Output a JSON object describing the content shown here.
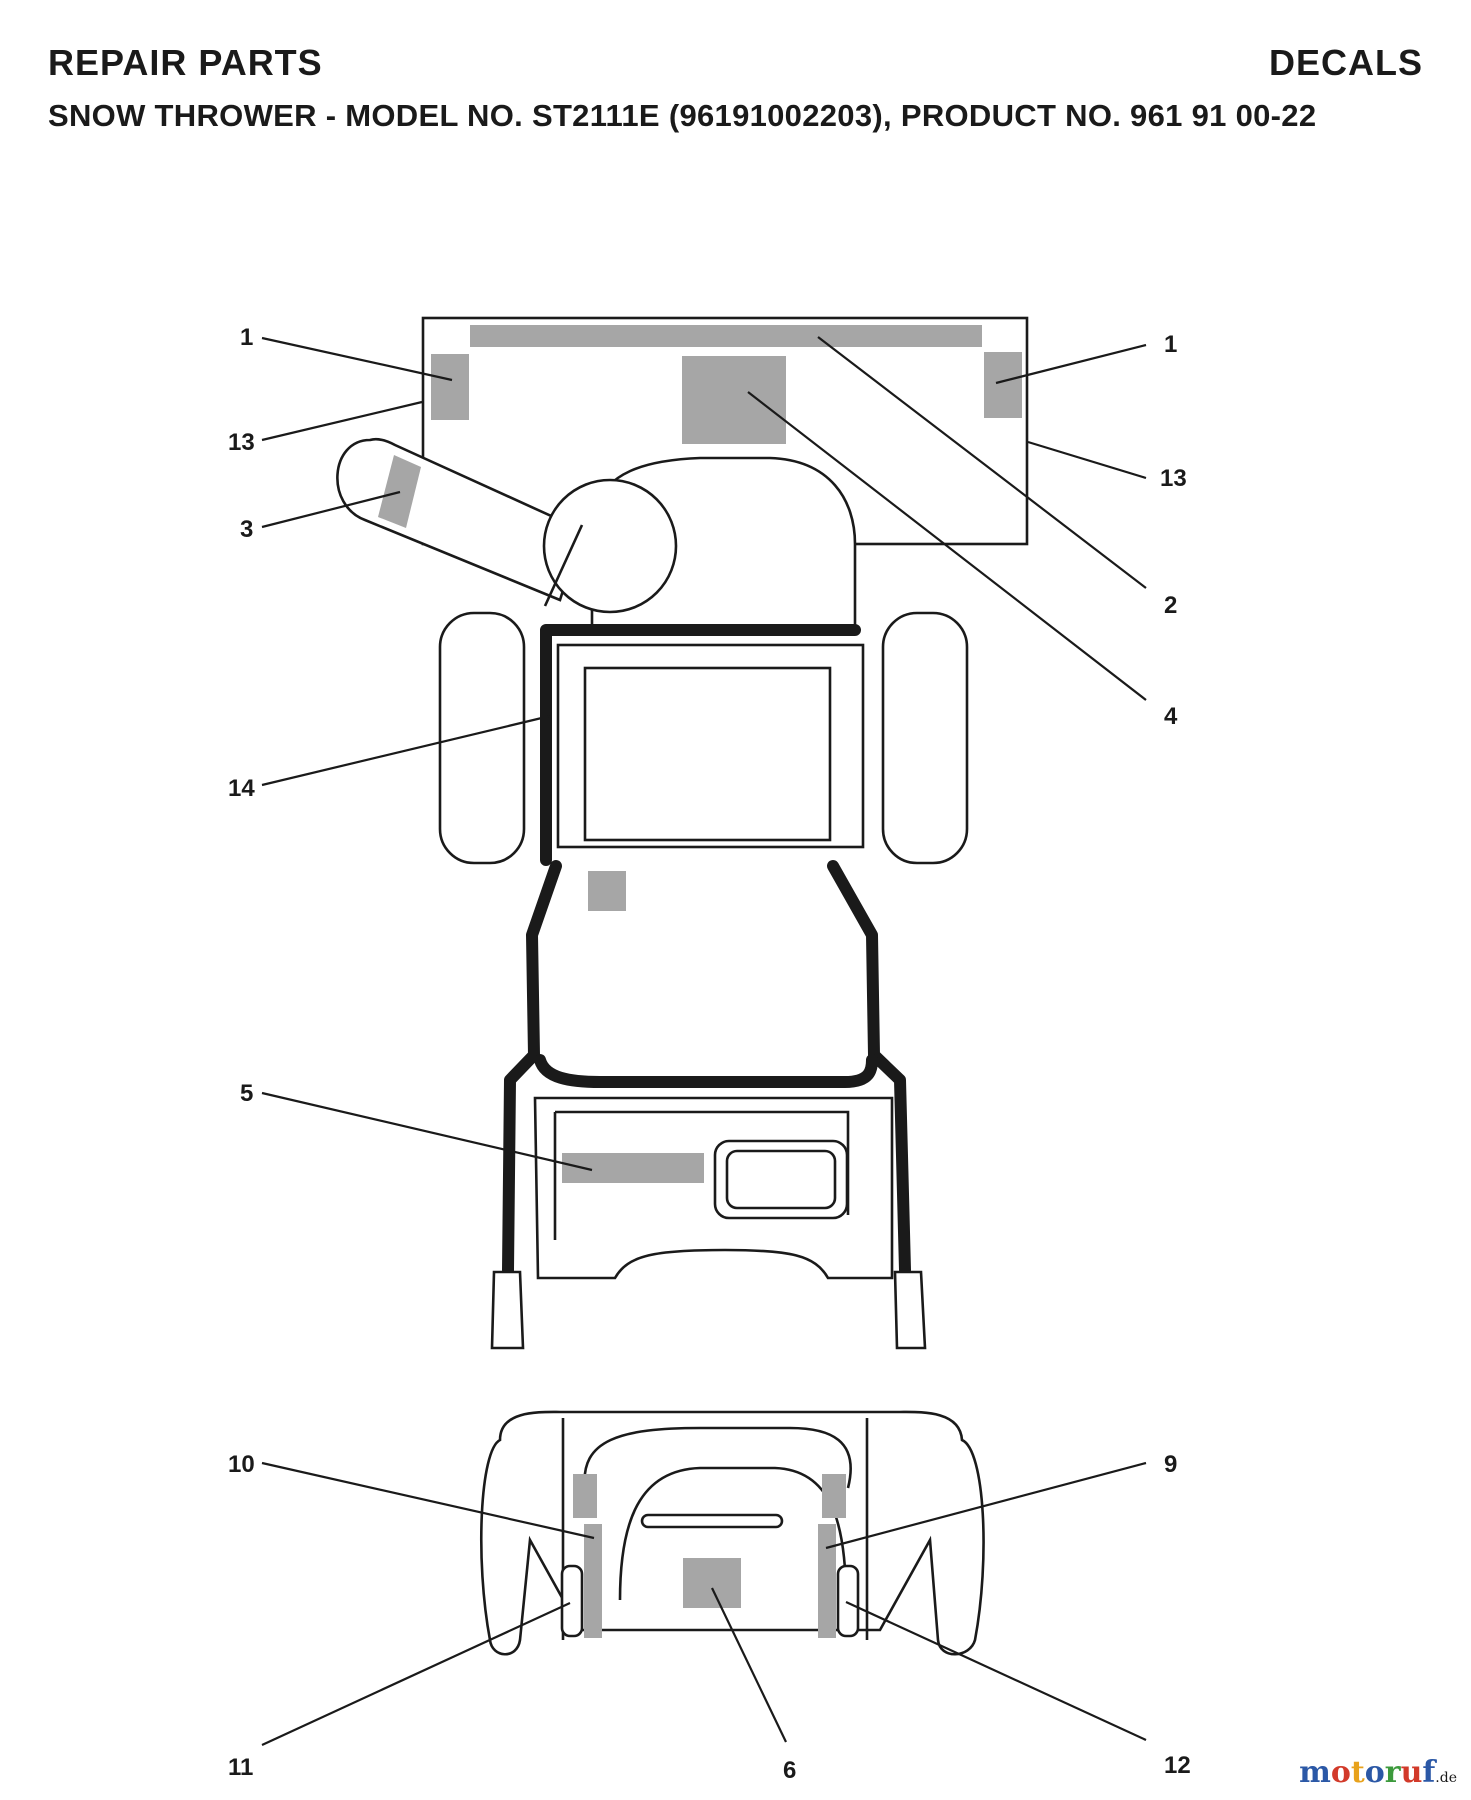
{
  "header": {
    "left_title": "REPAIR PARTS",
    "right_title": "DECALS",
    "subtitle_prefix": "SNOW THROWER - MODEL NO. ",
    "model": "ST2111E",
    "subtitle_suffix": " (96191002203), PRODUCT NO. 961 91 00-22"
  },
  "callouts": {
    "c1_left": "1",
    "c1_right": "1",
    "c13_left": "13",
    "c13_right": "13",
    "c3": "3",
    "c2": "2",
    "c4": "4",
    "c14": "14",
    "c5": "5",
    "c10": "10",
    "c9": "9",
    "c11": "11",
    "c6": "6",
    "c12": "12"
  },
  "watermark": {
    "name": "motoruf",
    "tld": ".de",
    "letter_colors": [
      "#2b58a6",
      "#d23a2a",
      "#e8a21c",
      "#2b58a6",
      "#3c9a3c",
      "#d23a2a",
      "#2b58a6"
    ]
  }
}
